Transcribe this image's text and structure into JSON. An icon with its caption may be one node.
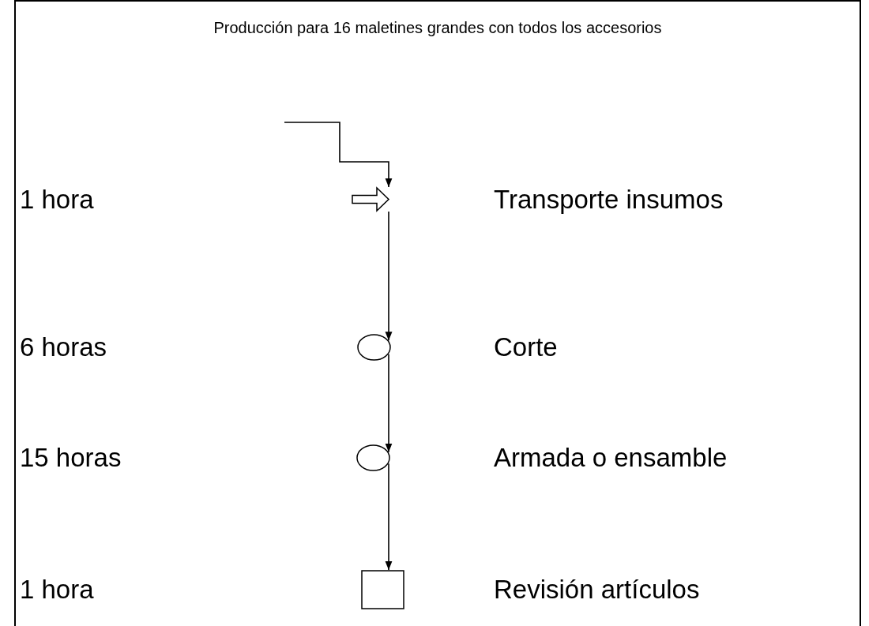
{
  "diagram": {
    "title": "Producción para 16 maletines grandes con todos los accesorios",
    "nodes": [
      {
        "text": [],
        "shape": "arrow"
      },
      {
        "text": [],
        "shape": "circle"
      },
      {
        "text": [],
        "shape": "circle"
      },
      {
        "text": [],
        "shape": "box"
      }
    ],
    "edges": [
      {
        "from": null,
        "to": 0,
        "arrow": "to"
      },
      {
        "from": 0,
        "to": 1,
        "arrow": "to"
      },
      {
        "from": 1,
        "to": 2,
        "arrow": "to"
      },
      {
        "from": 2,
        "to": 3,
        "arrow": "to"
      }
    ],
    "labels": [
      "1 hora",
      "Transporte insumos",
      "6 horas",
      "Corte",
      "15 horas",
      "Armada o ensamble",
      "1 hora",
      "Revisión artículos"
    ]
  }
}
